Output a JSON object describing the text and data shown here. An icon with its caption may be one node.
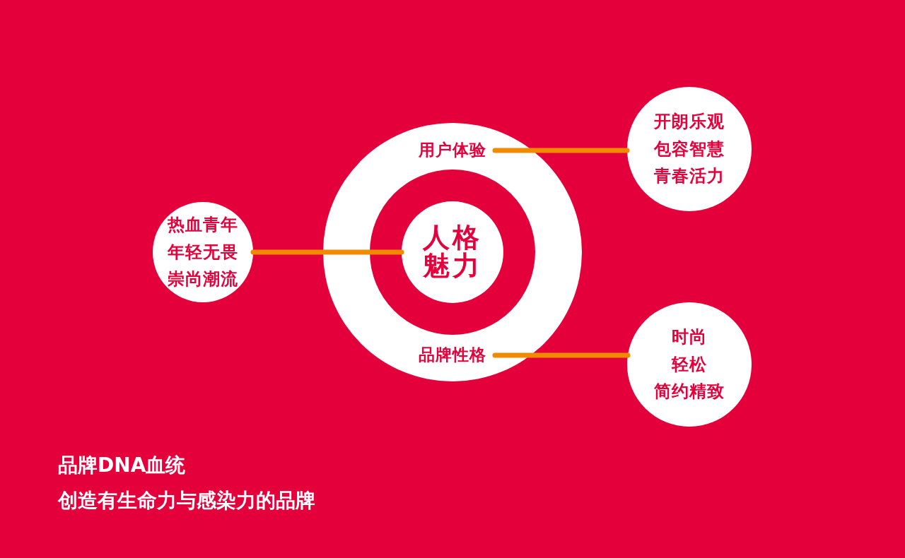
{
  "diagram": {
    "title": "品牌DNA血统",
    "caption": "创造有生命力与感染力的品牌",
    "nodes": [
      {
        "text": [],
        "shape": "circle"
      },
      {
        "text": [
          "用户体验"
        ],
        "in": 0
      },
      {
        "text": [],
        "shape": "circle",
        "in": 0
      },
      {
        "text": [
          "人格魅力"
        ],
        "in": 2
      },
      {
        "text": [
          "品牌性格"
        ],
        "in": 0
      },
      {
        "text": [
          "热血青年",
          "年轻无畏",
          "崇尚潮流"
        ]
      },
      {
        "text": [
          "开朗乐观",
          "包容智慧",
          "青春活力"
        ]
      },
      {
        "text": [
          "时尚",
          "轻松",
          "简约精致"
        ]
      }
    ],
    "edges": [
      {
        "from": 1,
        "to": 6,
        "arrow": "none"
      },
      {
        "from": 4,
        "to": 7,
        "arrow": "none"
      },
      {
        "from": 5,
        "to": 3,
        "arrow": "none"
      }
    ]
  }
}
